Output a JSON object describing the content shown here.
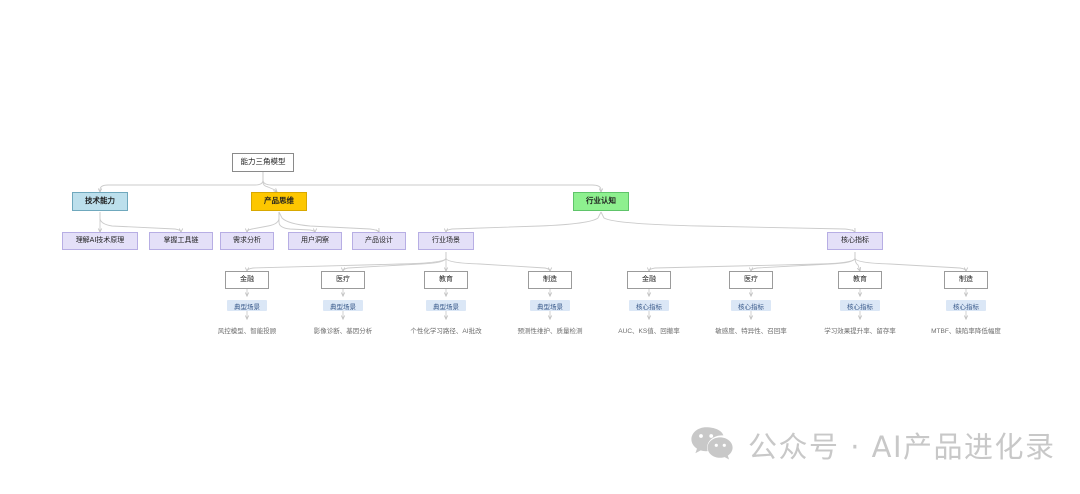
{
  "diagram": {
    "title": "能力三角模型",
    "root": {
      "label": "能力三角模型"
    },
    "pillars": [
      {
        "key": "tech",
        "label": "技术能力",
        "color": "#bcdfec"
      },
      {
        "key": "product",
        "label": "产品思维",
        "color": "#fdc700"
      },
      {
        "key": "industry",
        "label": "行业认知",
        "color": "#8ef08f"
      }
    ],
    "tech_children": [
      {
        "label": "理解AI技术原理"
      },
      {
        "label": "掌握工具链"
      }
    ],
    "product_children": [
      {
        "label": "需求分析"
      },
      {
        "label": "用户洞察"
      },
      {
        "label": "产品设计"
      }
    ],
    "industry_children": [
      {
        "label": "行业场景"
      },
      {
        "label": "核心指标"
      }
    ],
    "scenario_branch": {
      "parent": "行业场景",
      "tag_label": "典型场景",
      "items": [
        {
          "industry": "金融",
          "tag": "典型场景",
          "detail": "风控模型、智能投顾"
        },
        {
          "industry": "医疗",
          "tag": "典型场景",
          "detail": "影像诊断、基因分析"
        },
        {
          "industry": "教育",
          "tag": "典型场景",
          "detail": "个性化学习路径、AI批改"
        },
        {
          "industry": "制造",
          "tag": "典型场景",
          "detail": "预测性维护、质量检测"
        }
      ]
    },
    "metric_branch": {
      "parent": "核心指标",
      "tag_label": "核心指标",
      "items": [
        {
          "industry": "金融",
          "tag": "核心指标",
          "detail": "AUC、KS值、回撤率"
        },
        {
          "industry": "医疗",
          "tag": "核心指标",
          "detail": "敏感度、特异性、召回率"
        },
        {
          "industry": "教育",
          "tag": "核心指标",
          "detail": "学习效果提升率、留存率"
        },
        {
          "industry": "制造",
          "tag": "核心指标",
          "detail": "MTBF、缺陷率降低幅度"
        }
      ]
    }
  },
  "watermark": {
    "icon": "wechat-icon",
    "text": "公众号 · AI产品进化录",
    "color": "#c8c8c8"
  },
  "colors": {
    "background": "#ffffff",
    "edge": "#c9c9c9",
    "tag_bg": "#dbe7f6",
    "tag_text": "#3c5c8c",
    "leaf_text": "#6d6d6d",
    "sub_bg": "#e4e0f8",
    "sub_border": "#b7aee4"
  }
}
